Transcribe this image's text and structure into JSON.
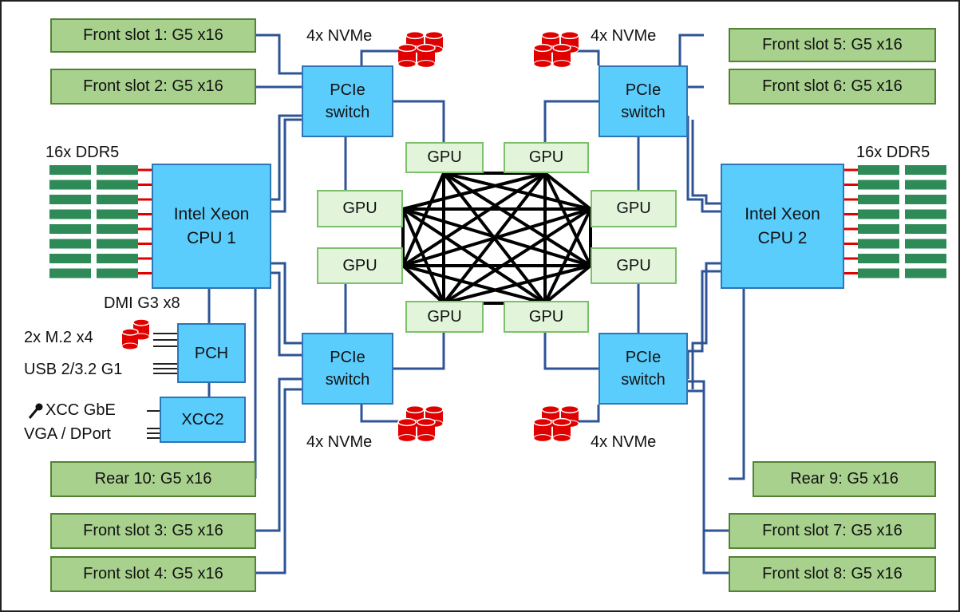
{
  "front_slots_left": [
    "Front slot 1: G5 x16",
    "Front slot 2: G5 x16",
    "Front slot 3: G5 x16",
    "Front slot 4: G5 x16"
  ],
  "front_slots_right": [
    "Front slot 5: G5 x16",
    "Front slot 6: G5 x16",
    "Front slot 7: G5 x16",
    "Front slot 8: G5 x16"
  ],
  "rear_slots": {
    "left": "Rear 10: G5 x16",
    "right": "Rear 9: G5 x16"
  },
  "pcie_switch": {
    "line1": "PCIe",
    "line2": "switch"
  },
  "cpu1": {
    "line1": "Intel Xeon",
    "line2": "CPU 1"
  },
  "cpu2": {
    "line1": "Intel Xeon",
    "line2": "CPU 2"
  },
  "memory_label": "16x DDR5",
  "nvme_label": "4x NVMe",
  "gpu_label": "GPU",
  "pch": {
    "label": "PCH",
    "dmi": "DMI G3 x8",
    "m2": "2x M.2 x4",
    "usb": "USB 2/3.2 G1"
  },
  "xcc": {
    "label": "XCC2",
    "gbe": "XCC GbE",
    "video": "VGA / DPort",
    "wrench_icon": "wrench-icon"
  },
  "colors": {
    "wire": "#2f5496",
    "slot_fill": "#a9d18e",
    "gpu_fill": "#e2f5db",
    "chip_fill": "#5bcdfd",
    "dimm": "#2e8b57",
    "dimm_bus": "#e00000",
    "nvme": "#e00000"
  }
}
